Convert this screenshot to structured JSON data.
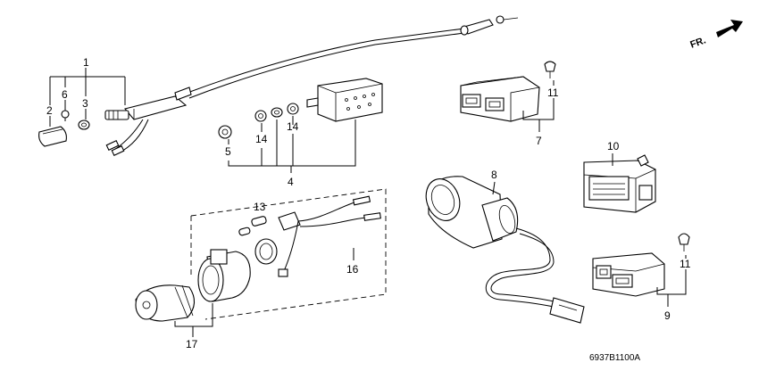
{
  "diagram": {
    "orientation_label": "FR.",
    "part_code": "6937B1100A",
    "callouts": {
      "c1": "1",
      "c2": "2",
      "c3": "3",
      "c4": "4",
      "c5": "5",
      "c6": "6",
      "c7": "7",
      "c8": "8",
      "c9": "9",
      "c10": "10",
      "c11a": "11",
      "c11b": "11",
      "c13": "13",
      "c14a": "14",
      "c14b": "14",
      "c16": "16",
      "c17": "17"
    }
  },
  "colors": {
    "line": "#000000",
    "background": "#ffffff"
  }
}
